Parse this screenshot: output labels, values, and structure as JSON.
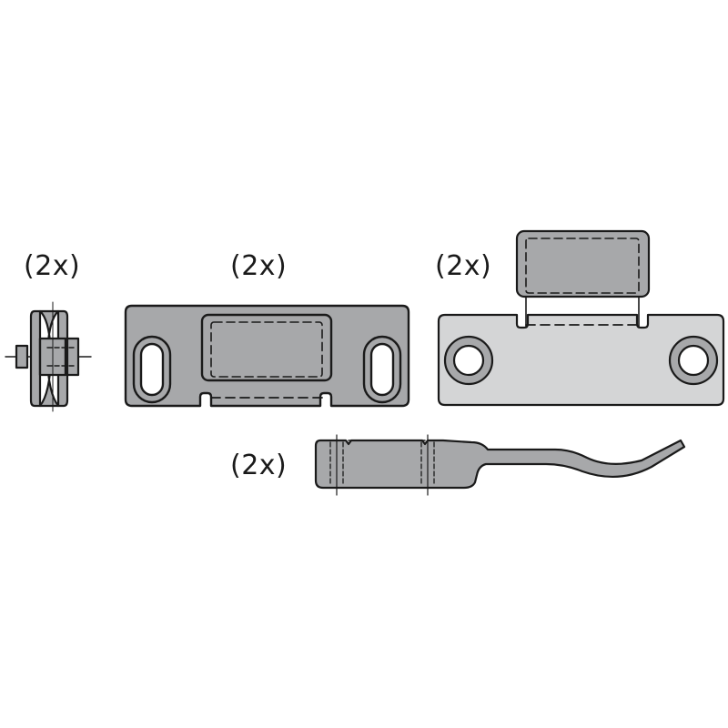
{
  "parts": [
    {
      "id": "roller",
      "quantity_label": "(2x)"
    },
    {
      "id": "slotted-plate",
      "quantity_label": "(2x)"
    },
    {
      "id": "guide-plate",
      "quantity_label": "(2x)"
    },
    {
      "id": "spring-clip",
      "quantity_label": "(2x)"
    }
  ],
  "colors": {
    "part_fill_dark": "#a7a8aa",
    "part_fill_light": "#d4d5d6",
    "outline": "#1a1a1a",
    "hole_fill": "#ffffff"
  }
}
